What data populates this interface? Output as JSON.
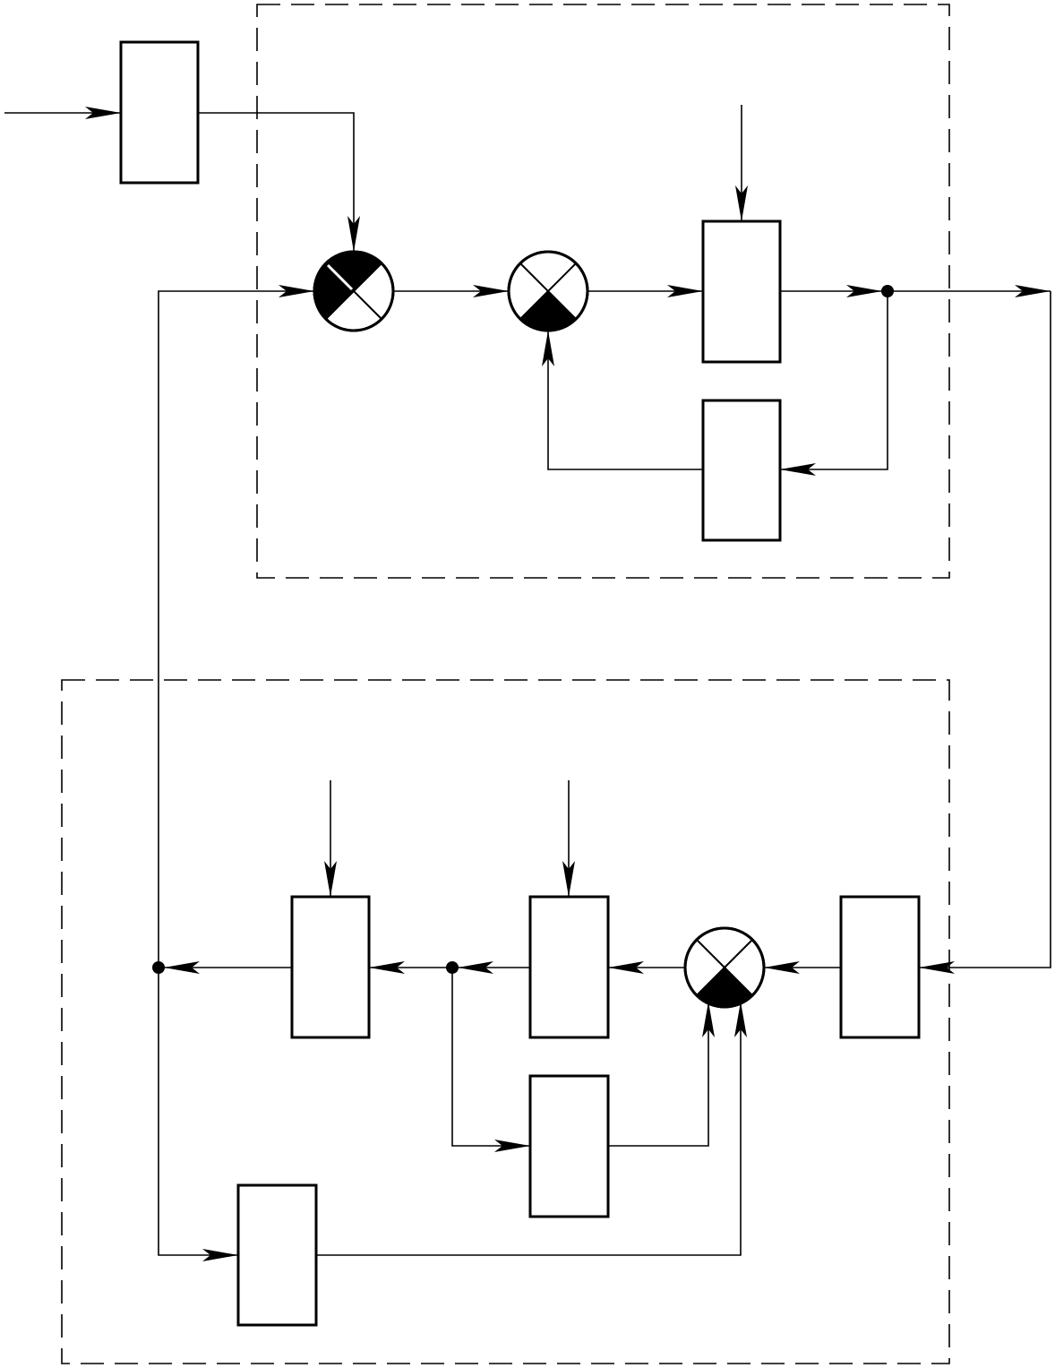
{
  "diagram": {
    "type": "block-diagram",
    "colors": {
      "stroke": "#000000",
      "fill": "#000000",
      "background": "#ffffff"
    },
    "blocks": [
      {
        "id": "input-block"
      },
      {
        "id": "forward-block-top"
      },
      {
        "id": "feedback-block-top"
      },
      {
        "id": "input-block-bottom"
      },
      {
        "id": "middle-block-bottom"
      },
      {
        "id": "left-block-bottom"
      },
      {
        "id": "feedback-block-bottom"
      },
      {
        "id": "lower-feedback-block"
      }
    ],
    "summing_junctions": [
      {
        "id": "junction-main",
        "filled_quadrants": [
          "top",
          "left"
        ]
      },
      {
        "id": "junction-inner-top",
        "filled_quadrants": [
          "bottom"
        ]
      },
      {
        "id": "junction-bottom",
        "filled_quadrants": [
          "bottom"
        ]
      }
    ],
    "branch_points": [
      {
        "id": "branch-top-output"
      },
      {
        "id": "branch-bottom-middle"
      },
      {
        "id": "branch-bottom-left"
      }
    ],
    "dashed_frames": [
      {
        "id": "upper-subsystem-frame"
      },
      {
        "id": "lower-subsystem-frame"
      }
    ]
  }
}
